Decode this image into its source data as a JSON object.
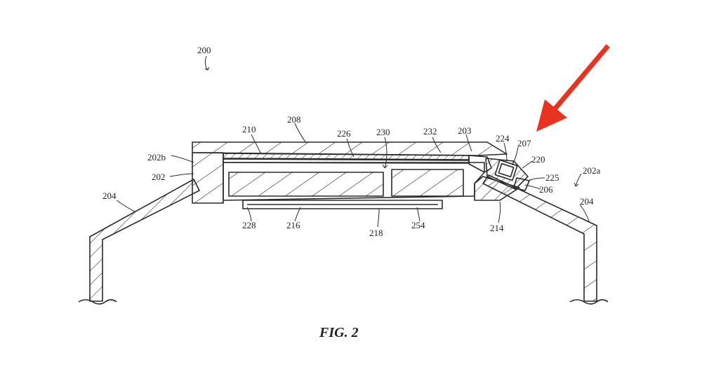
{
  "figure": {
    "caption": "FIG. 2",
    "reference_label": "200"
  },
  "labels": {
    "l208": "208",
    "l210": "210",
    "l226": "226",
    "l230": "230",
    "l232": "232",
    "l203": "203",
    "l224": "224",
    "l207": "207",
    "l220": "220",
    "l225": "225",
    "l206": "206",
    "l202a": "202a",
    "l202b": "202b",
    "l202": "202",
    "l204_left": "204",
    "l204_right": "204",
    "l228": "228",
    "l216": "216",
    "l218": "218",
    "l254": "254",
    "l214": "214"
  },
  "colors": {
    "line": "#2a2a2a",
    "arrow": "#e8341f",
    "background": "#ffffff"
  }
}
